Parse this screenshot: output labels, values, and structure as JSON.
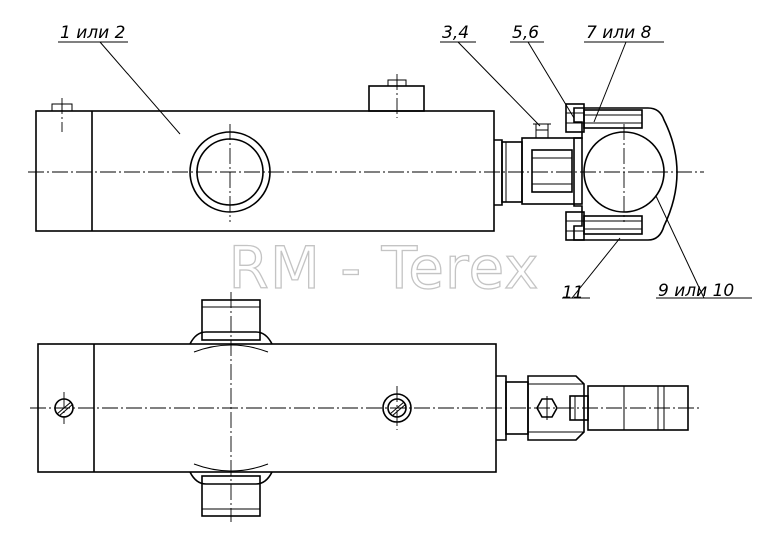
{
  "watermark": "RM - Terex",
  "callouts": {
    "c1": "1 или 2",
    "c34": "3,4",
    "c56": "5,6",
    "c78": "7 или 8",
    "c11": "11",
    "c910": "9 или 10"
  },
  "colors": {
    "line": "#000000",
    "watermark": "#c4c4c4",
    "background": "#ffffff"
  }
}
